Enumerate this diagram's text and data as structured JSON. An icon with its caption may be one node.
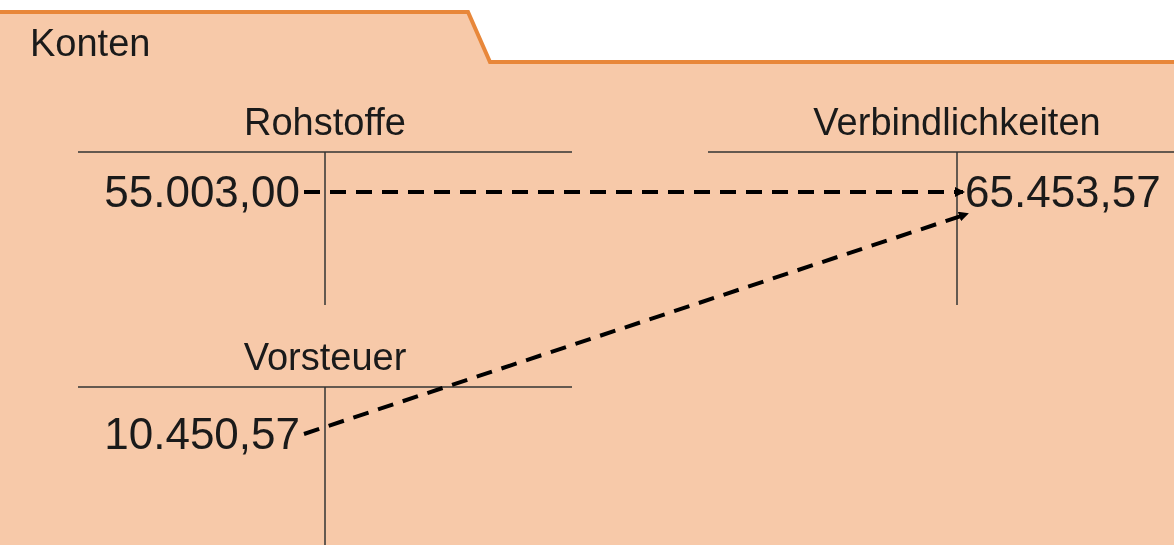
{
  "diagram": {
    "nodes": [
      {
        "text": [
          "Konten"
        ]
      },
      {
        "text": [
          "Rohstoffe"
        ],
        "in": 0
      },
      {
        "text": [
          "55.003,00"
        ],
        "in": 1
      },
      {
        "text": [
          "Verbindlichkeiten"
        ],
        "in": 0
      },
      {
        "text": [
          "65.453,57"
        ],
        "in": 3
      },
      {
        "text": [
          "Vorsteuer"
        ],
        "in": 0
      },
      {
        "text": [
          "10.450,57"
        ],
        "in": 5
      }
    ],
    "edges": [
      {
        "from": 2,
        "to": 4,
        "arrow": "to",
        "style": "dashed"
      },
      {
        "from": 6,
        "to": 4,
        "arrow": "to",
        "style": "dashed"
      }
    ]
  }
}
